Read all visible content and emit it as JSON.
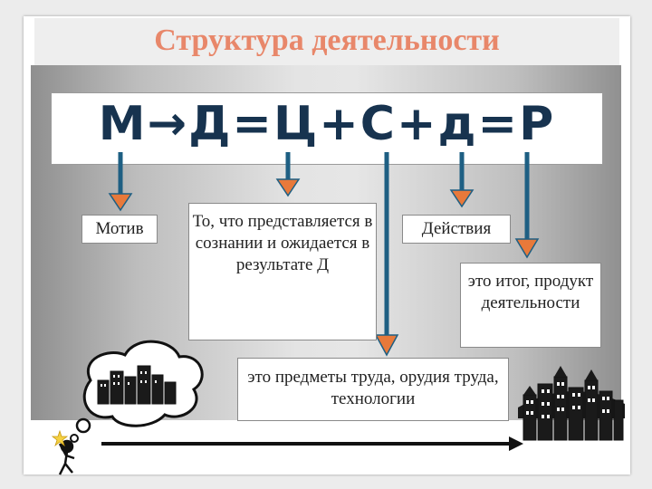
{
  "title": "Структура деятельности",
  "formula": "М→Д=Ц+С+д=Р",
  "boxes": {
    "motive": "Мотив",
    "goal": "То, что представляется в сознании и ожидается в результате Д",
    "actions": "Действия",
    "result": "это итог, продукт деятельности",
    "means": "это предметы труда, орудия труда, технологии"
  },
  "colors": {
    "title": "#e8876a",
    "formula": "#17334f",
    "arrow_fill": "#e8793a",
    "arrow_stroke": "#1e5f83"
  }
}
